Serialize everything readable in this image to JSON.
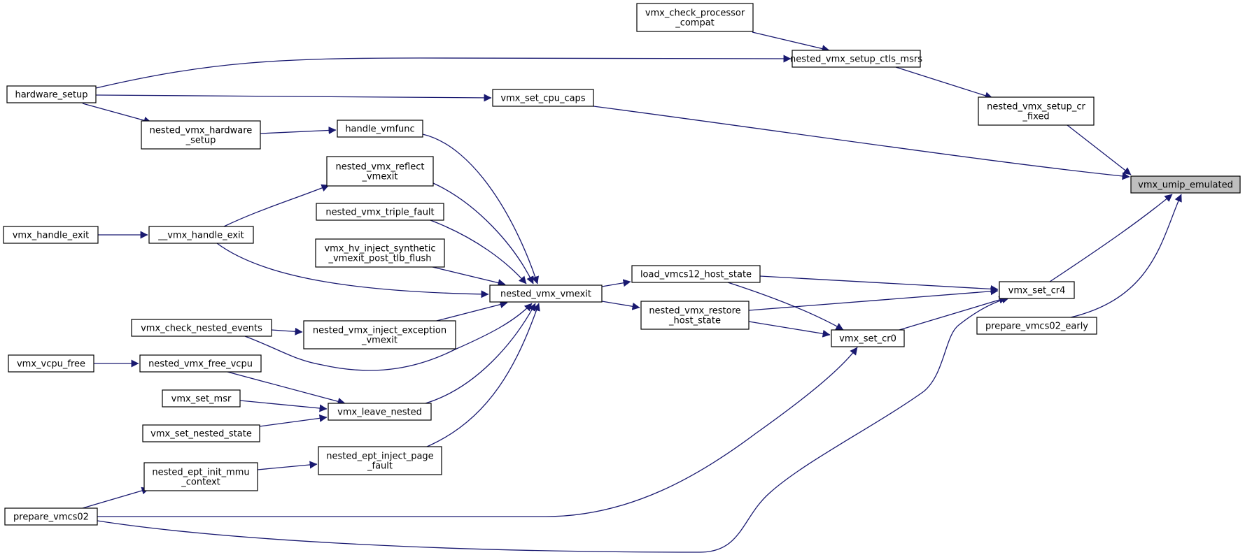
{
  "nodes": [
    {
      "id": "vmx_umip_emulated",
      "lines": [
        "vmx_umip_emulated"
      ],
      "root": true
    },
    {
      "id": "vmx_check_processor_compat",
      "lines": [
        "vmx_check_processor",
        "_compat"
      ]
    },
    {
      "id": "nested_vmx_setup_ctls_msrs",
      "lines": [
        "nested_vmx_setup_ctls_msrs"
      ]
    },
    {
      "id": "hardware_setup",
      "lines": [
        "hardware_setup"
      ]
    },
    {
      "id": "vmx_set_cpu_caps",
      "lines": [
        "vmx_set_cpu_caps"
      ]
    },
    {
      "id": "nested_vmx_setup_cr_fixed",
      "lines": [
        "nested_vmx_setup_cr",
        "_fixed"
      ]
    },
    {
      "id": "nested_vmx_hardware_setup",
      "lines": [
        "nested_vmx_hardware",
        "_setup"
      ]
    },
    {
      "id": "handle_vmfunc",
      "lines": [
        "handle_vmfunc"
      ]
    },
    {
      "id": "nested_vmx_reflect_vmexit",
      "lines": [
        "nested_vmx_reflect",
        "_vmexit"
      ]
    },
    {
      "id": "nested_vmx_triple_fault",
      "lines": [
        "nested_vmx_triple_fault"
      ]
    },
    {
      "id": "vmx_handle_exit",
      "lines": [
        "vmx_handle_exit"
      ]
    },
    {
      "id": "__vmx_handle_exit",
      "lines": [
        "__vmx_handle_exit"
      ]
    },
    {
      "id": "vmx_hv_inject_synthetic",
      "lines": [
        "vmx_hv_inject_synthetic",
        "_vmexit_post_tlb_flush"
      ]
    },
    {
      "id": "load_vmcs12_host_state",
      "lines": [
        "load_vmcs12_host_state"
      ]
    },
    {
      "id": "nested_vmx_vmexit",
      "lines": [
        "nested_vmx_vmexit"
      ]
    },
    {
      "id": "vmx_set_cr4",
      "lines": [
        "vmx_set_cr4"
      ]
    },
    {
      "id": "vmx_check_nested_events",
      "lines": [
        "vmx_check_nested_events"
      ]
    },
    {
      "id": "nested_vmx_inject_exception_vmexit",
      "lines": [
        "nested_vmx_inject_exception",
        "_vmexit"
      ]
    },
    {
      "id": "nested_vmx_restore_host_state",
      "lines": [
        "nested_vmx_restore",
        "_host_state"
      ]
    },
    {
      "id": "prepare_vmcs02_early",
      "lines": [
        "prepare_vmcs02_early"
      ]
    },
    {
      "id": "vmx_set_cr0",
      "lines": [
        "vmx_set_cr0"
      ]
    },
    {
      "id": "vmx_vcpu_free",
      "lines": [
        "vmx_vcpu_free"
      ]
    },
    {
      "id": "nested_vmx_free_vcpu",
      "lines": [
        "nested_vmx_free_vcpu"
      ]
    },
    {
      "id": "vmx_set_msr",
      "lines": [
        "vmx_set_msr"
      ]
    },
    {
      "id": "vmx_leave_nested",
      "lines": [
        "vmx_leave_nested"
      ]
    },
    {
      "id": "vmx_set_nested_state",
      "lines": [
        "vmx_set_nested_state"
      ]
    },
    {
      "id": "nested_ept_init_mmu_context",
      "lines": [
        "nested_ept_init_mmu",
        "_context"
      ]
    },
    {
      "id": "nested_ept_inject_page_fault",
      "lines": [
        "nested_ept_inject_page",
        "_fault"
      ]
    },
    {
      "id": "prepare_vmcs02",
      "lines": [
        "prepare_vmcs02"
      ]
    }
  ],
  "edges": [
    {
      "from": "nested_vmx_setup_cr_fixed",
      "to": "vmx_umip_emulated"
    },
    {
      "from": "vmx_set_cpu_caps",
      "to": "vmx_umip_emulated"
    },
    {
      "from": "vmx_set_cr4",
      "to": "vmx_umip_emulated"
    },
    {
      "from": "prepare_vmcs02_early",
      "to": "vmx_umip_emulated"
    },
    {
      "from": "vmx_check_processor_compat",
      "to": "nested_vmx_setup_ctls_msrs"
    },
    {
      "from": "hardware_setup",
      "to": "nested_vmx_setup_ctls_msrs"
    },
    {
      "from": "nested_vmx_setup_ctls_msrs",
      "to": "nested_vmx_setup_cr_fixed"
    },
    {
      "from": "hardware_setup",
      "to": "vmx_set_cpu_caps"
    },
    {
      "from": "hardware_setup",
      "to": "nested_vmx_hardware_setup"
    },
    {
      "from": "nested_vmx_hardware_setup",
      "to": "handle_vmfunc"
    },
    {
      "from": "handle_vmfunc",
      "to": "nested_vmx_vmexit"
    },
    {
      "from": "__vmx_handle_exit",
      "to": "nested_vmx_reflect_vmexit"
    },
    {
      "from": "nested_vmx_reflect_vmexit",
      "to": "nested_vmx_vmexit"
    },
    {
      "from": "vmx_handle_exit",
      "to": "__vmx_handle_exit"
    },
    {
      "from": "__vmx_handle_exit",
      "to": "nested_vmx_vmexit"
    },
    {
      "from": "nested_vmx_triple_fault",
      "to": "nested_vmx_vmexit"
    },
    {
      "from": "vmx_hv_inject_synthetic",
      "to": "nested_vmx_vmexit"
    },
    {
      "from": "nested_vmx_inject_exception_vmexit",
      "to": "nested_vmx_vmexit"
    },
    {
      "from": "vmx_check_nested_events",
      "to": "nested_vmx_inject_exception_vmexit"
    },
    {
      "from": "vmx_check_nested_events",
      "to": "nested_vmx_vmexit"
    },
    {
      "from": "vmx_leave_nested",
      "to": "nested_vmx_vmexit"
    },
    {
      "from": "nested_ept_inject_page_fault",
      "to": "nested_vmx_vmexit"
    },
    {
      "from": "nested_vmx_vmexit",
      "to": "load_vmcs12_host_state"
    },
    {
      "from": "nested_vmx_vmexit",
      "to": "nested_vmx_restore_host_state"
    },
    {
      "from": "load_vmcs12_host_state",
      "to": "vmx_set_cr4"
    },
    {
      "from": "load_vmcs12_host_state",
      "to": "vmx_set_cr0"
    },
    {
      "from": "nested_vmx_restore_host_state",
      "to": "vmx_set_cr4"
    },
    {
      "from": "nested_vmx_restore_host_state",
      "to": "vmx_set_cr0"
    },
    {
      "from": "vmx_set_cr0",
      "to": "vmx_set_cr4"
    },
    {
      "from": "vmx_vcpu_free",
      "to": "nested_vmx_free_vcpu"
    },
    {
      "from": "nested_vmx_free_vcpu",
      "to": "vmx_leave_nested"
    },
    {
      "from": "vmx_set_msr",
      "to": "vmx_leave_nested"
    },
    {
      "from": "vmx_set_nested_state",
      "to": "vmx_leave_nested"
    },
    {
      "from": "nested_ept_init_mmu_context",
      "to": "nested_ept_inject_page_fault"
    },
    {
      "from": "prepare_vmcs02",
      "to": "nested_ept_init_mmu_context"
    },
    {
      "from": "prepare_vmcs02",
      "to": "vmx_set_cr0"
    },
    {
      "from": "prepare_vmcs02",
      "to": "vmx_set_cr4"
    }
  ],
  "colors": {
    "edge": "#191970",
    "node_border": "#000000",
    "node_fill": "#ffffff",
    "root_fill": "#bfbfbf",
    "text": "#000000"
  }
}
